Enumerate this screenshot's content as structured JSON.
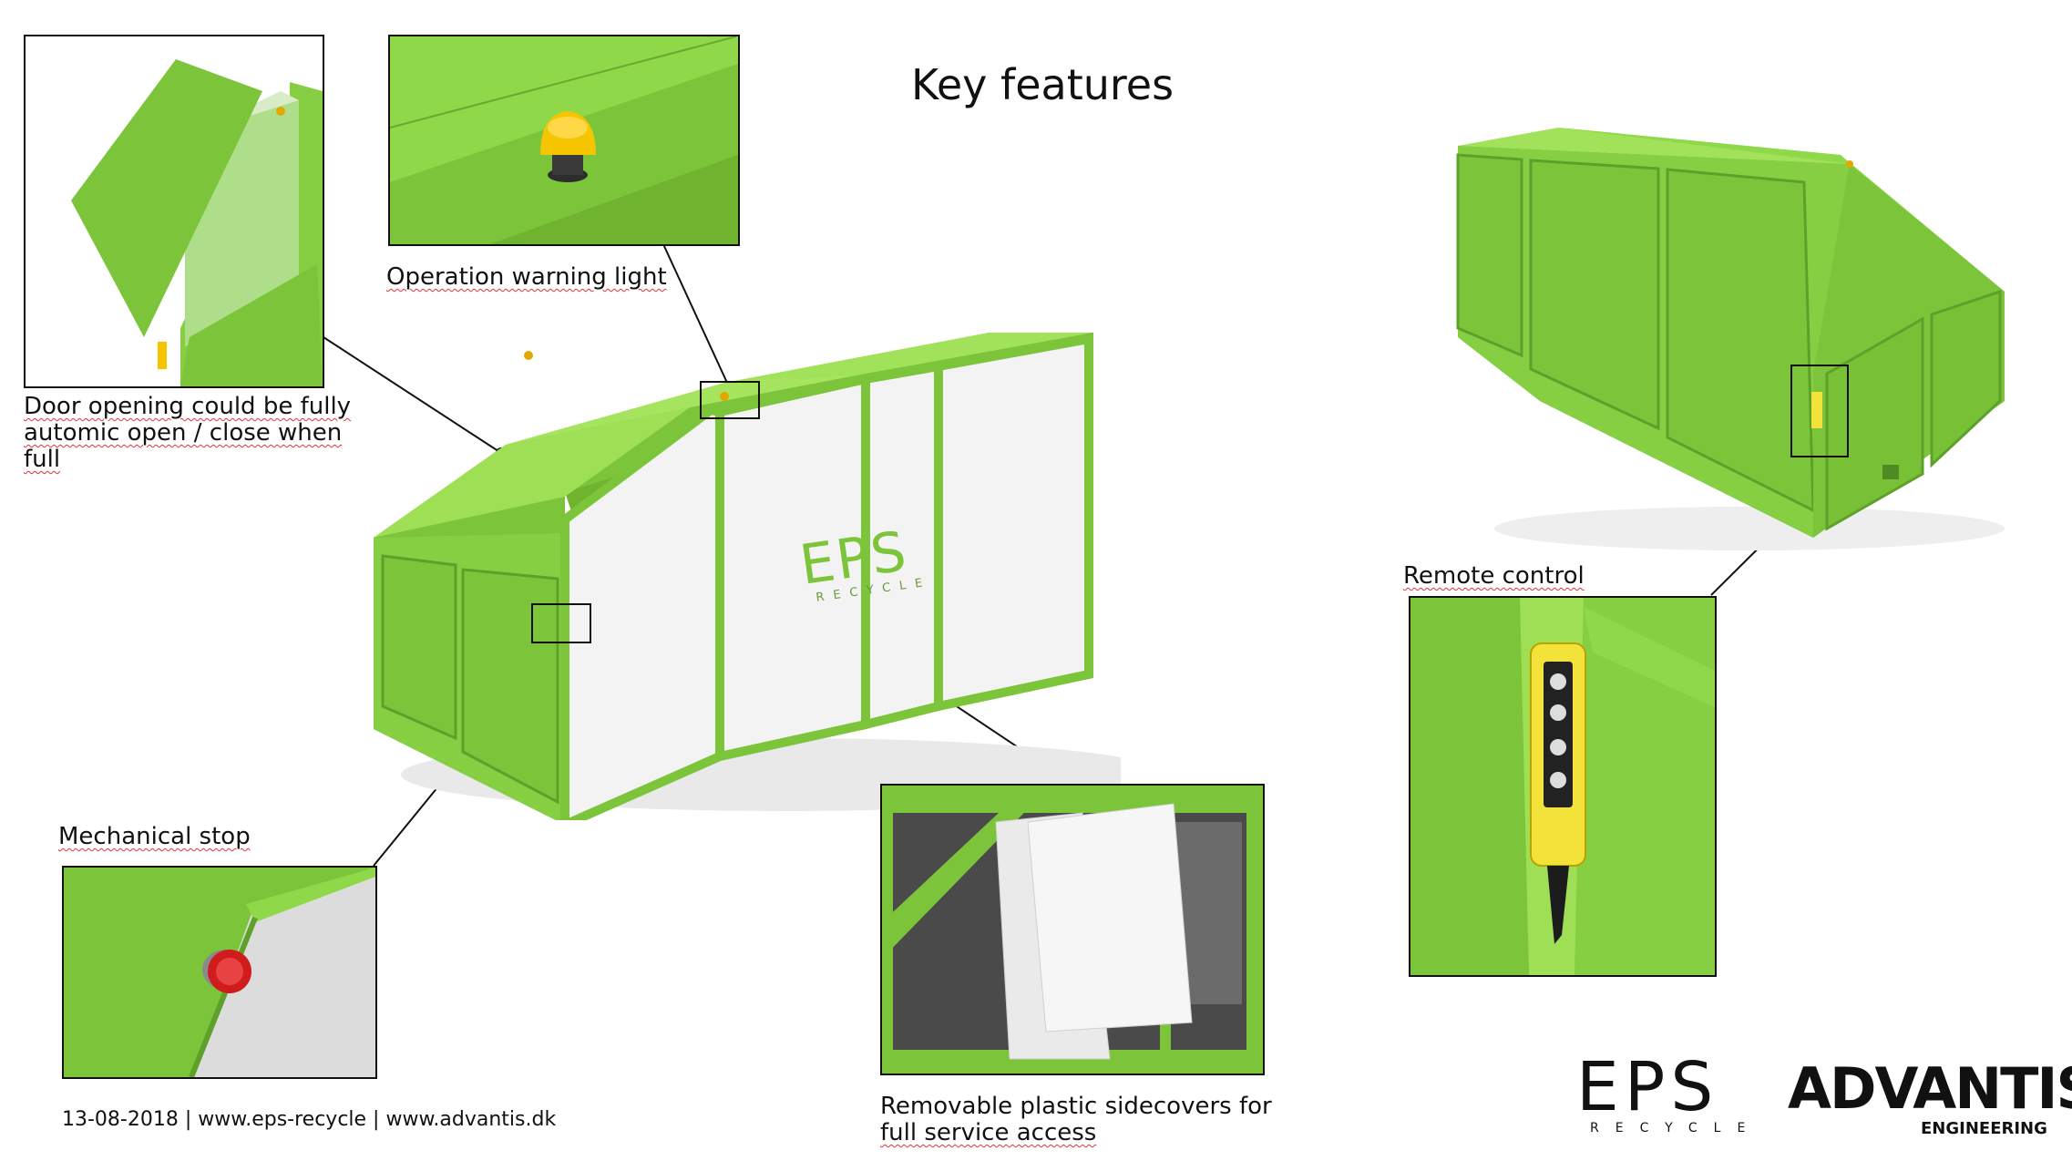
{
  "title": "Key features",
  "labels": {
    "warning_light": "Operation warning light",
    "door_line1": "Door opening could be fully",
    "door_line2": "automic open / close when",
    "door_line3": "full",
    "remote": "Remote control",
    "mech_stop": "Mechanical stop",
    "sidecovers_line1": "Removable plastic sidecovers for",
    "sidecovers_line2": "full service access"
  },
  "footer": "13-08-2018 | www.eps-recycle | www.advantis.dk",
  "brand": {
    "eps_logo": "EPS",
    "eps_sub": "RECYCLE",
    "advantis": "ADVANTIS",
    "advantis_sub": "ENGINEERING",
    "unit_logo": "EPS",
    "unit_sub": "RECYCLE"
  },
  "colors": {
    "machine_green": "#8fd84a",
    "machine_green_dark": "#6fb32f",
    "panel_white": "#f1f1f1",
    "beacon_yellow": "#f5c500",
    "stop_red": "#d01c1c",
    "remote_yellow": "#f2e23a"
  }
}
